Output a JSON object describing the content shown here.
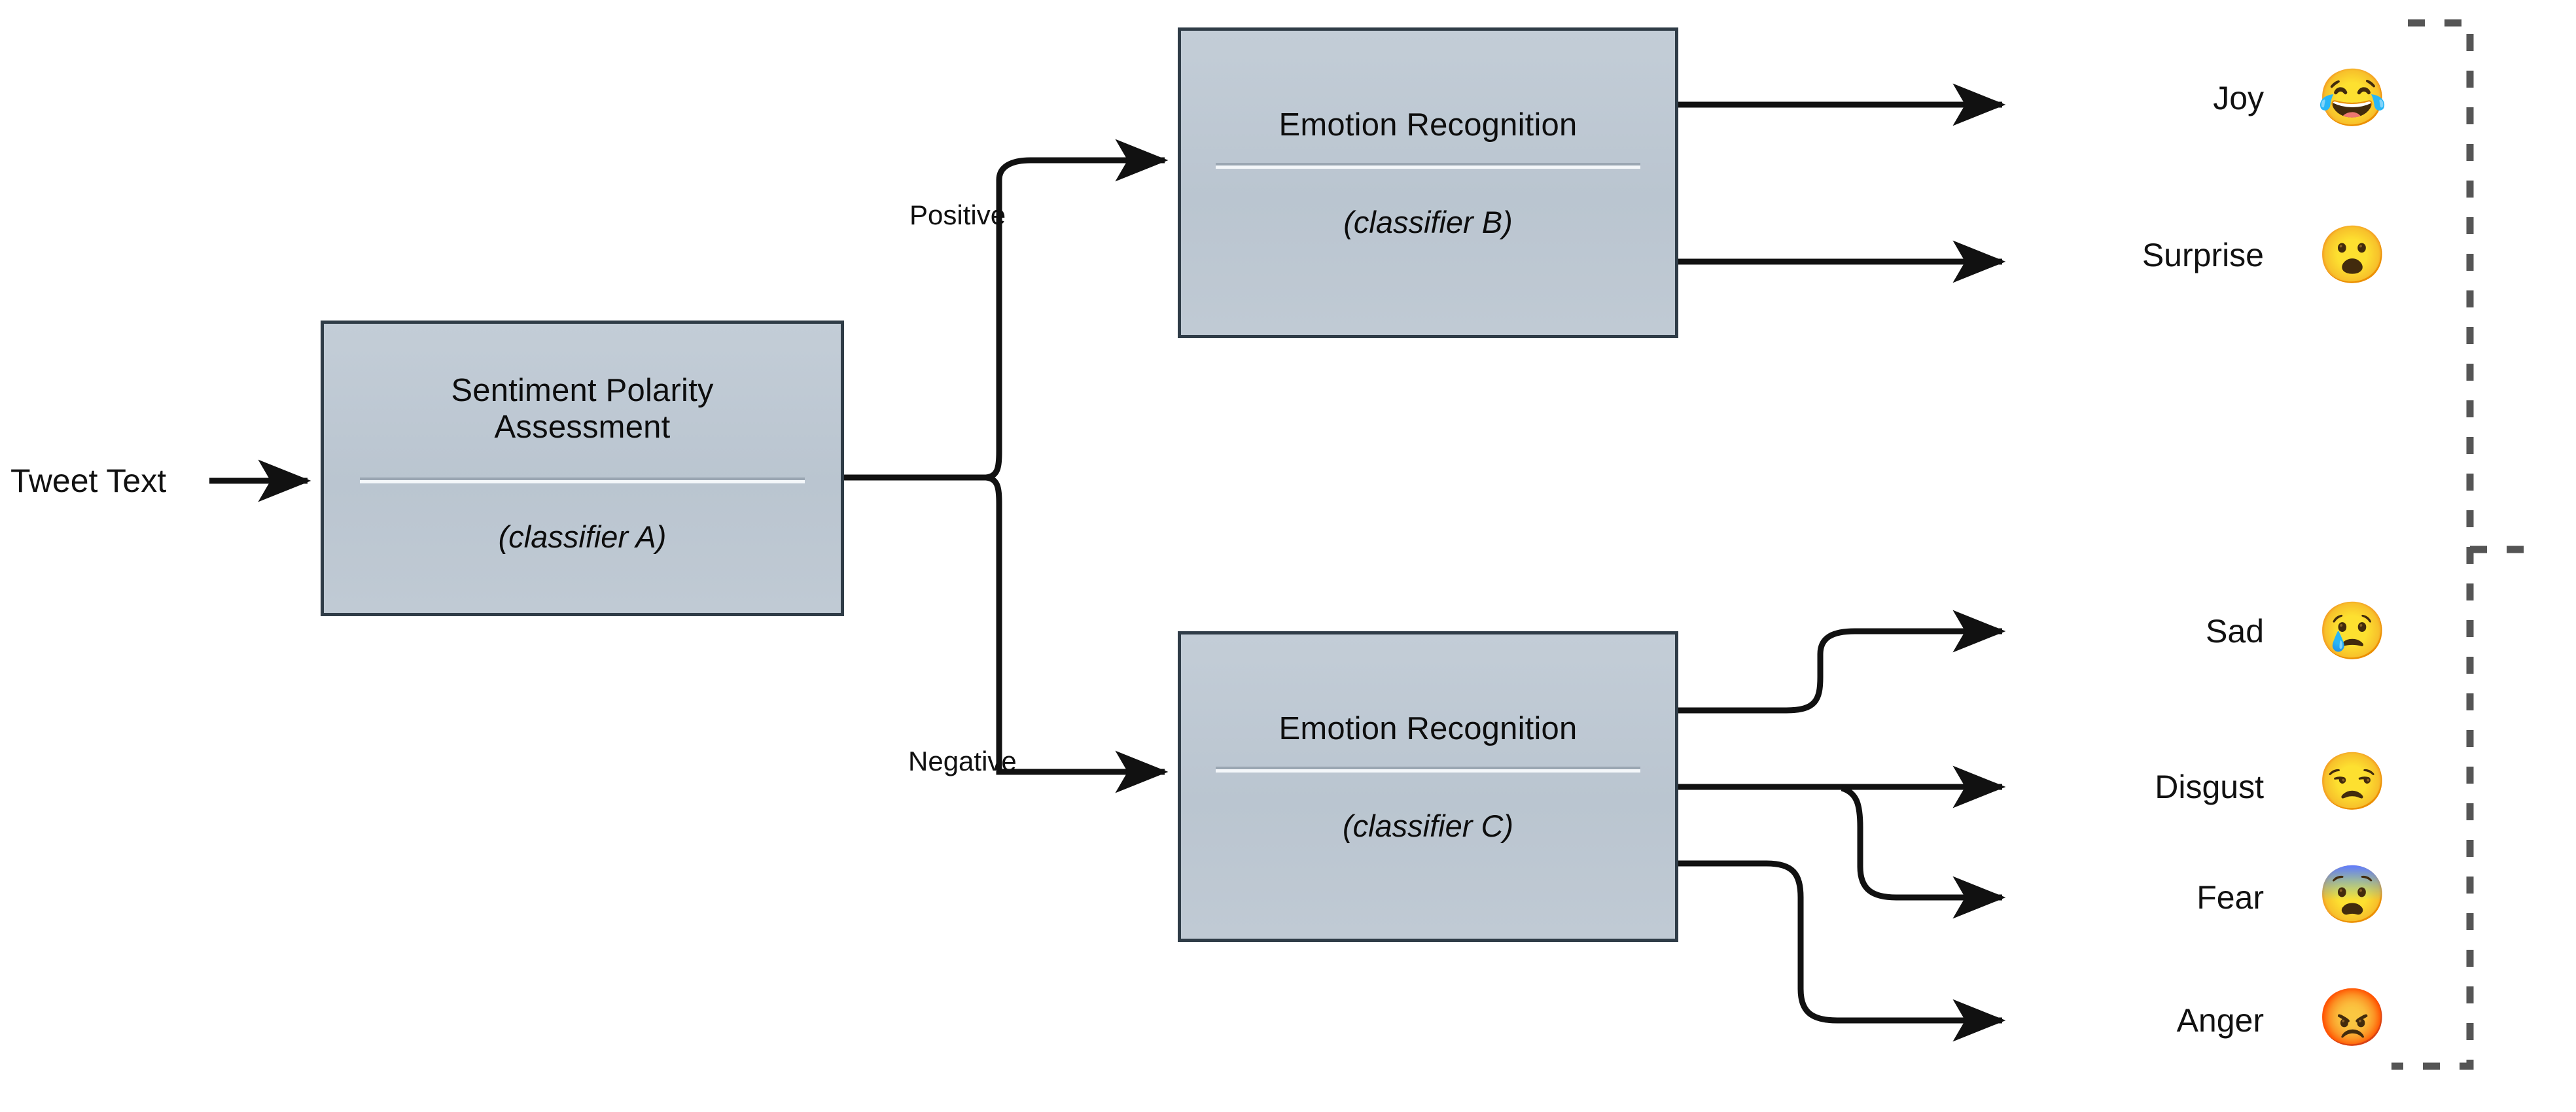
{
  "diagram": {
    "title": "Two-stage tweet sentiment and emotion classification pipeline",
    "input": {
      "label": "Tweet Text"
    },
    "nodes": [
      {
        "id": "node-a",
        "title": "Sentiment Polarity\nAssessment",
        "title_line1": "Sentiment Polarity",
        "title_line2": "Assessment",
        "subtitle": "(classifier A)"
      },
      {
        "id": "node-b",
        "title": "Emotion Recognition",
        "subtitle": "(classifier B)"
      },
      {
        "id": "node-c",
        "title": "Emotion Recognition",
        "subtitle": "(classifier C)"
      }
    ],
    "branch_labels": {
      "positive": "Positive",
      "negative": "Negative"
    },
    "outputs": [
      {
        "label": "Joy",
        "emoji": "😂",
        "emoji_name": "face-with-tears-of-joy-emoji",
        "branch": "positive"
      },
      {
        "label": "Surprise",
        "emoji": "😮",
        "emoji_name": "face-with-open-mouth-emoji",
        "branch": "positive"
      },
      {
        "label": "Sad",
        "emoji": "😢",
        "emoji_name": "crying-face-emoji",
        "branch": "negative"
      },
      {
        "label": "Disgust",
        "emoji": "😒",
        "emoji_name": "unamused-face-emoji",
        "branch": "negative"
      },
      {
        "label": "Fear",
        "emoji": "😨",
        "emoji_name": "fearful-face-emoji",
        "branch": "negative"
      },
      {
        "label": "Anger",
        "emoji": "😡",
        "emoji_name": "pouting-face-emoji",
        "branch": "negative"
      }
    ],
    "colors": {
      "node_fill": "#bfc9d4",
      "node_border": "#2f3c47",
      "edge": "#111111",
      "bracket": "#555555",
      "background": "#ffffff"
    }
  }
}
